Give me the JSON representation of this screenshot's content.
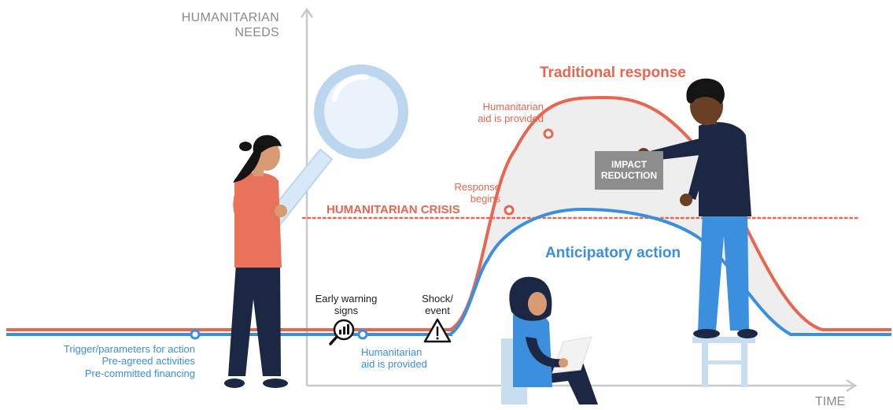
{
  "axes": {
    "y_label_line1": "HUMANITARIAN",
    "y_label_line2": "NEEDS",
    "x_label": "TIME"
  },
  "curves": {
    "traditional_response": {
      "label": "Traditional response",
      "color": "#e8664f"
    },
    "anticipatory_action": {
      "label": "Anticipatory action",
      "color": "#3c8fdd"
    }
  },
  "threshold": {
    "label": "HUMANITARIAN CRISIS",
    "color": "#e8664f"
  },
  "impact_reduction": {
    "line1": "IMPACT",
    "line2": "REDUCTION",
    "color": "#8d8d8d"
  },
  "annotations": {
    "traditional_aid": {
      "line1": "Humanitarian",
      "line2": "aid is provided"
    },
    "response_begins": {
      "line1": "Response",
      "line2": "begins"
    },
    "early_warning": {
      "line1": "Early warning",
      "line2": "signs",
      "icon": "magnifier-chart-icon"
    },
    "shock_event": {
      "line1": "Shock/",
      "line2": "event",
      "icon": "warning-triangle-icon"
    },
    "anticipatory_aid": {
      "line1": "Humanitarian",
      "line2": "aid is provided"
    },
    "trigger_info": {
      "line1": "Trigger/parameters for action",
      "line2": "Pre-agreed activities",
      "line3": "Pre-committed financing"
    }
  },
  "illustrations": {
    "woman_with_magnifier": "woman-with-magnifying-glass",
    "man_on_stool": "man-on-stool-pointing",
    "seated_woman": "woman-in-hijab-reading"
  }
}
